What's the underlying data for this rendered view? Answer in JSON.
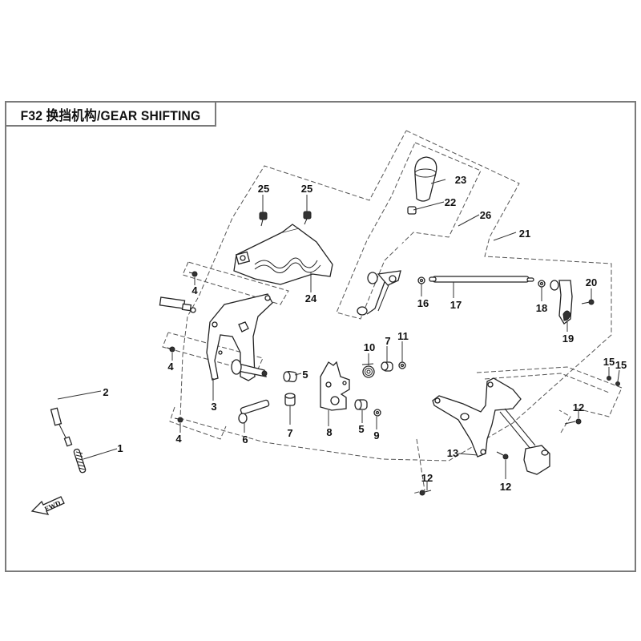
{
  "diagram": {
    "code": "F32",
    "title_cn": "换挡机构",
    "title_en": "GEAR SHIFTING",
    "title_full": "F32 换挡机构/GEAR SHIFTING",
    "direction_label": "FWD",
    "callouts": [
      {
        "id": "c1",
        "label": "1",
        "part": "spring"
      },
      {
        "id": "c2",
        "label": "2",
        "part": "shift-cable"
      },
      {
        "id": "c3",
        "label": "3",
        "part": "shift-arm-bracket"
      },
      {
        "id": "c4a",
        "label": "4",
        "part": "bolt"
      },
      {
        "id": "c4b",
        "label": "4",
        "part": "bolt"
      },
      {
        "id": "c4c",
        "label": "4",
        "part": "bolt"
      },
      {
        "id": "c5a",
        "label": "5",
        "part": "bushing"
      },
      {
        "id": "c5b",
        "label": "5",
        "part": "bushing"
      },
      {
        "id": "c6",
        "label": "6",
        "part": "pivot-pin"
      },
      {
        "id": "c7a",
        "label": "7",
        "part": "bushing"
      },
      {
        "id": "c7b",
        "label": "7",
        "part": "bushing"
      },
      {
        "id": "c8",
        "label": "8",
        "part": "detent-plate"
      },
      {
        "id": "c9",
        "label": "9",
        "part": "washer"
      },
      {
        "id": "c10",
        "label": "10",
        "part": "torsion-spring"
      },
      {
        "id": "c11",
        "label": "11",
        "part": "nut"
      },
      {
        "id": "c12a",
        "label": "12",
        "part": "bolt"
      },
      {
        "id": "c12b",
        "label": "12",
        "part": "bolt"
      },
      {
        "id": "c12c",
        "label": "12",
        "part": "bolt"
      },
      {
        "id": "c13",
        "label": "13",
        "part": "mounting-bracket"
      },
      {
        "id": "c15a",
        "label": "15",
        "part": "nut"
      },
      {
        "id": "c15b",
        "label": "15",
        "part": "nut"
      },
      {
        "id": "c16",
        "label": "16",
        "part": "nut"
      },
      {
        "id": "c17",
        "label": "17",
        "part": "shift-rod"
      },
      {
        "id": "c18",
        "label": "18",
        "part": "nut"
      },
      {
        "id": "c19",
        "label": "19",
        "part": "rod-end-lever"
      },
      {
        "id": "c20",
        "label": "20",
        "part": "bolt"
      },
      {
        "id": "c21",
        "label": "21",
        "part": "shift-assembly"
      },
      {
        "id": "c22",
        "label": "22",
        "part": "knob-insert"
      },
      {
        "id": "c23",
        "label": "23",
        "part": "shift-knob"
      },
      {
        "id": "c24",
        "label": "24",
        "part": "shift-gate-cover"
      },
      {
        "id": "c25a",
        "label": "25",
        "part": "screw"
      },
      {
        "id": "c25b",
        "label": "25",
        "part": "screw"
      },
      {
        "id": "c26",
        "label": "26",
        "part": "shift-lever-assembly"
      }
    ],
    "colors": {
      "frame": "#7a7a7a",
      "line": "#222222",
      "background": "#ffffff"
    }
  }
}
